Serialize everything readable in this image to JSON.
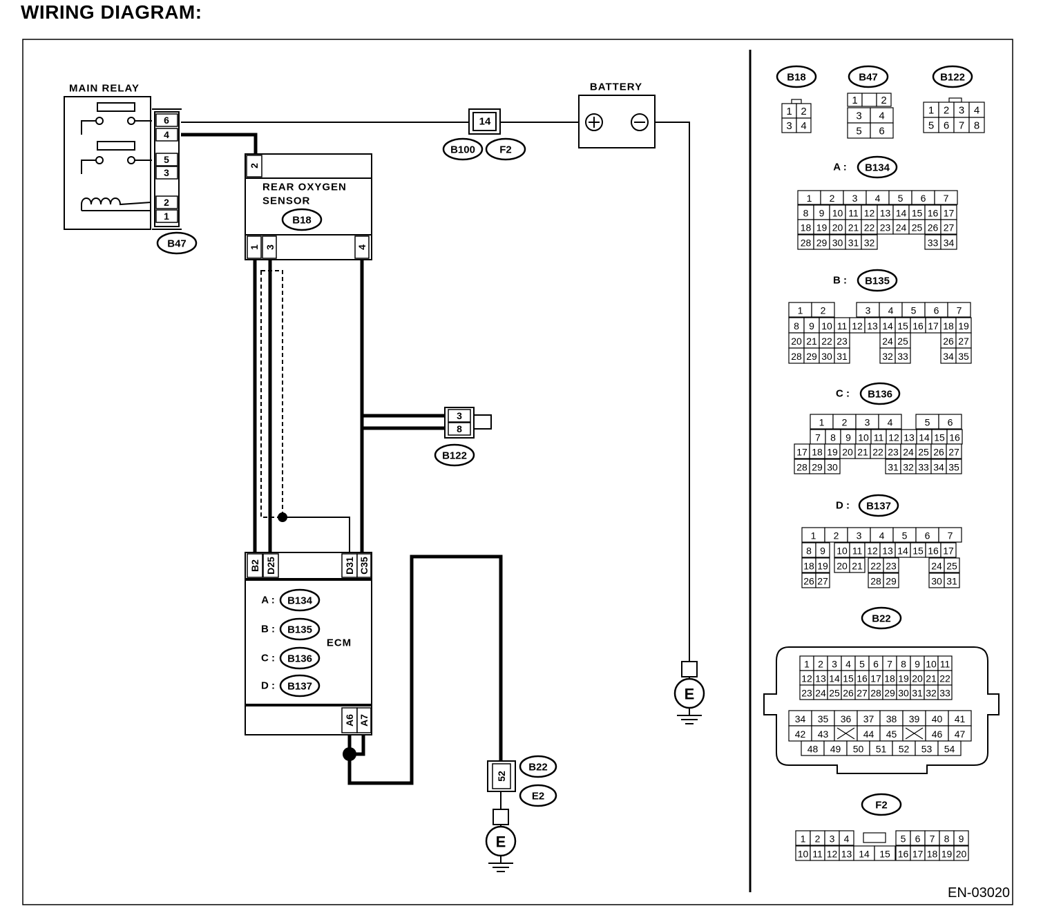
{
  "title": "WIRING DIAGRAM:",
  "doc_code": "EN-03020",
  "labels": {
    "main_relay": "MAIN RELAY",
    "battery": "BATTERY",
    "rear_o2_l1": "REAR OXYGEN",
    "rear_o2_l2": "SENSOR",
    "ecm": "ECM",
    "ground": "E"
  },
  "connectors": {
    "b47": "B47",
    "b18": "B18",
    "b100": "B100",
    "f2": "F2",
    "b122": "B122",
    "b22": "B22",
    "e2": "E2",
    "b134": "B134",
    "b135": "B135",
    "b136": "B136",
    "b137": "B137"
  },
  "ecm_prefixes": {
    "a": "A :",
    "b": "B :",
    "c": "C :",
    "d": "D :"
  },
  "relay_pins": [
    "6",
    "4",
    "5",
    "3",
    "2",
    "1"
  ],
  "sensor_pins": {
    "top": "2",
    "p1": "1",
    "p3": "3",
    "p4": "4"
  },
  "fuse_pin": "14",
  "b122_pins": [
    "3",
    "8"
  ],
  "ecm_pins": {
    "b2": "B2",
    "d25": "D25",
    "d31": "D31",
    "c35": "C35",
    "a6": "A6",
    "a7": "A7"
  },
  "b22_pin": "52",
  "views": {
    "b18": [
      [
        "1",
        "2"
      ],
      [
        "3",
        "4"
      ]
    ],
    "b47": [
      [
        "1",
        "",
        "2"
      ],
      [
        "3",
        "4"
      ],
      [
        "5",
        "6"
      ]
    ],
    "b122": [
      [
        "1",
        "2",
        "3",
        "4"
      ],
      [
        "5",
        "6",
        "7",
        "8"
      ]
    ],
    "b134": [
      [
        "1",
        "2",
        "3",
        "4",
        "5",
        "6",
        "7"
      ],
      [
        "8",
        "9",
        "10",
        "11",
        "12",
        "13",
        "14",
        "15",
        "16",
        "17"
      ],
      [
        "18",
        "19",
        "20",
        "21",
        "22",
        "23",
        "24",
        "25",
        "26",
        "27"
      ],
      [
        "28",
        "29",
        "30",
        "31",
        "32",
        "33",
        "34"
      ]
    ],
    "b135": [
      [
        "1",
        "2",
        "3",
        "4",
        "5",
        "6",
        "7"
      ],
      [
        "8",
        "9",
        "10",
        "11",
        "12",
        "13",
        "14",
        "15",
        "16",
        "17",
        "18",
        "19"
      ],
      [
        "20",
        "21",
        "22",
        "23",
        "24",
        "25",
        "26",
        "27"
      ],
      [
        "28",
        "29",
        "30",
        "31",
        "32",
        "33",
        "34",
        "35"
      ]
    ],
    "b136": [
      [
        "1",
        "2",
        "3",
        "4",
        "5",
        "6"
      ],
      [
        "7",
        "8",
        "9",
        "10",
        "11",
        "12",
        "13",
        "14",
        "15",
        "16"
      ],
      [
        "17",
        "18",
        "19",
        "20",
        "21",
        "22",
        "23",
        "24",
        "25",
        "26",
        "27"
      ],
      [
        "28",
        "29",
        "30",
        "31",
        "32",
        "33",
        "34",
        "35"
      ]
    ],
    "b137": [
      [
        "1",
        "2",
        "3",
        "4",
        "5",
        "6",
        "7"
      ],
      [
        "8",
        "9",
        "10",
        "11",
        "12",
        "13",
        "14",
        "15",
        "16",
        "17"
      ],
      [
        "18",
        "19",
        "20",
        "21",
        "22",
        "23",
        "24",
        "25"
      ],
      [
        "26",
        "27",
        "28",
        "29",
        "30",
        "31"
      ]
    ],
    "b22": [
      [
        "1",
        "2",
        "3",
        "4",
        "5",
        "6",
        "7",
        "8",
        "9",
        "10",
        "11"
      ],
      [
        "12",
        "13",
        "14",
        "15",
        "16",
        "17",
        "18",
        "19",
        "20",
        "21",
        "22"
      ],
      [
        "23",
        "24",
        "25",
        "26",
        "27",
        "28",
        "29",
        "30",
        "31",
        "32",
        "33"
      ],
      [
        "34",
        "35",
        "36",
        "37",
        "38",
        "39",
        "40",
        "41"
      ],
      [
        "42",
        "43",
        "",
        "44",
        "45",
        "",
        "46",
        "47"
      ],
      [
        "48",
        "49",
        "50",
        "51",
        "52",
        "53",
        "54"
      ]
    ],
    "f2": [
      [
        "1",
        "2",
        "3",
        "4",
        "5",
        "6",
        "7",
        "8",
        "9"
      ],
      [
        "10",
        "11",
        "12",
        "13",
        "14",
        "15",
        "16",
        "17",
        "18",
        "19",
        "20"
      ]
    ]
  }
}
